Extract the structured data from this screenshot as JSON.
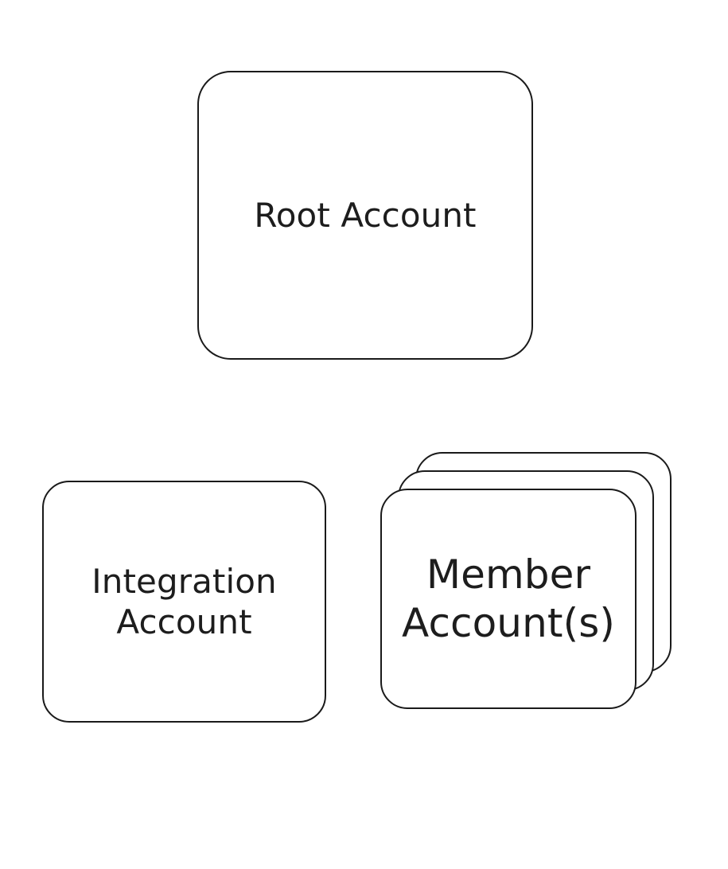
{
  "diagram": {
    "type": "hierarchy",
    "background_color": "#ffffff",
    "stroke_color": "#1a1a1a",
    "text_color": "#1d1d1d",
    "nodes": [
      {
        "id": "root-account",
        "label": "Root Account",
        "shape": "rounded-rectangle",
        "stacked": false,
        "layers": 1,
        "level": 0
      },
      {
        "id": "integration-account",
        "label": "Integration\nAccount",
        "shape": "rounded-rectangle",
        "stacked": false,
        "layers": 1,
        "level": 1
      },
      {
        "id": "member-account",
        "label": "Member\nAccount(s)",
        "shape": "rounded-rectangle-stack",
        "stacked": true,
        "layers": 3,
        "level": 1
      }
    ]
  }
}
